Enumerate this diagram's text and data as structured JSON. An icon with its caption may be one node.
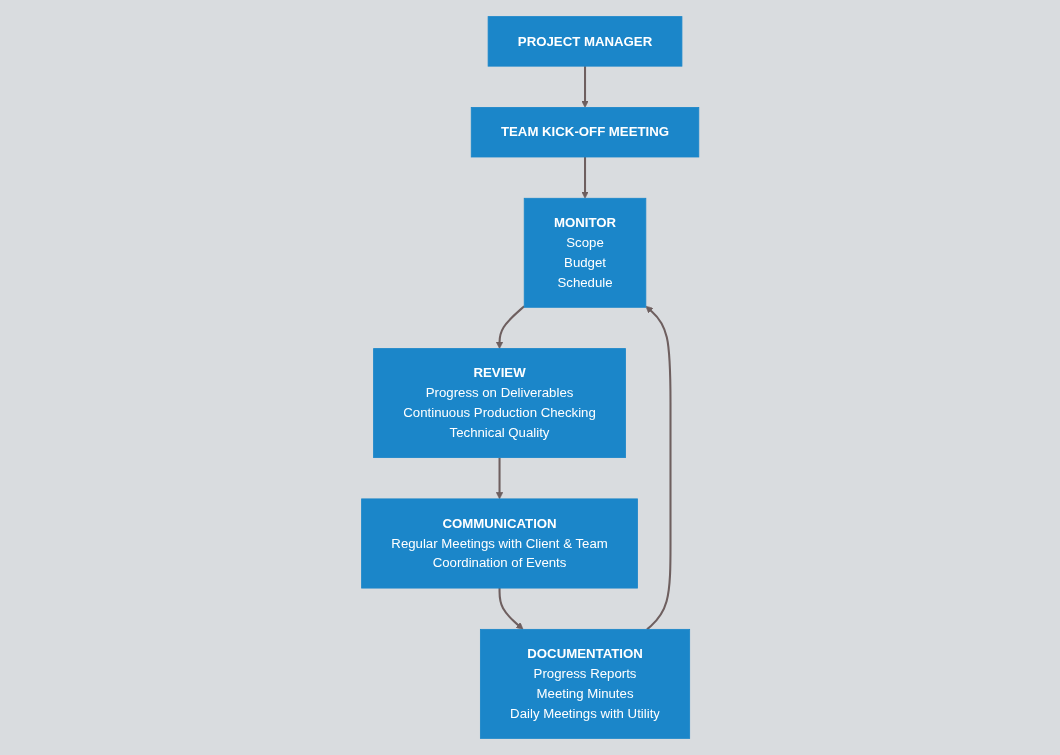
{
  "diagram": {
    "nodes": [
      {
        "text": [
          "MONITOR",
          "Scope",
          "Budget",
          "Schedule"
        ]
      },
      {
        "text": [
          "REVIEW",
          "Progress on Deliverables",
          "Continuous Production Checking",
          "Technical Quality"
        ]
      },
      {
        "text": [
          "TEAM KICK-OFF MEETING"
        ]
      },
      {
        "text": [
          "COMMUNICATION",
          "Regular Meetings with Client & Team",
          "Coordination of Events"
        ]
      },
      {
        "text": [
          "PROJECT MANAGER"
        ]
      },
      {
        "text": [
          "DOCUMENTATION",
          "Progress Reports",
          "Meeting Minutes",
          "Daily Meetings with Utility"
        ]
      }
    ],
    "edges": [
      {
        "from": 4,
        "to": 2,
        "arrow": "to"
      },
      {
        "from": 2,
        "to": 0,
        "arrow": "to"
      },
      {
        "from": 0,
        "to": 1,
        "arrow": "to"
      },
      {
        "from": 1,
        "to": 3,
        "arrow": "to"
      },
      {
        "from": 3,
        "to": 5,
        "arrow": "to"
      },
      {
        "from": 5,
        "to": 0,
        "arrow": "to"
      }
    ]
  }
}
